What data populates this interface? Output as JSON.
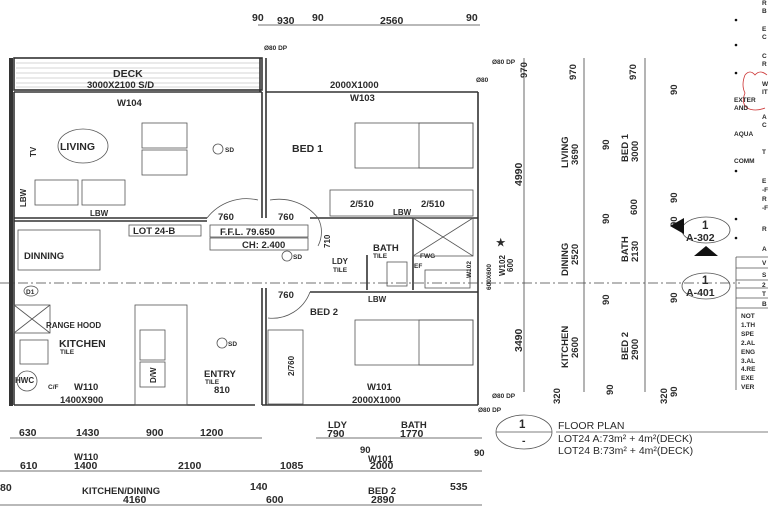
{
  "plan_labels": [
    "DECK",
    "3000X2100 S/D",
    "W104",
    "2000X1000",
    "W103",
    "LIVING",
    "TV",
    "BED 1",
    "LBW",
    "LBW",
    "760",
    "760",
    "2/510",
    "2/510",
    "LBW",
    "LOT 24-B",
    "F.F.L. 79.650",
    "CH: 2.400",
    "710",
    "BATH",
    "TILE",
    "FWG",
    "DINNING",
    "LDY",
    "TILE",
    "W102",
    "EF",
    "760",
    "LBW",
    "BED 2",
    "RANGE HOOD",
    "KITCHEN",
    "TILE",
    "D/W",
    "2/760",
    "ENTRY",
    "TILE",
    "810",
    "HWC",
    "C/F",
    "W110",
    "W101",
    "1400X900",
    "2000X1000",
    "Ø80 DP",
    "Ø80",
    "Ø80 DP",
    "D1",
    "SD",
    "SD",
    "SD"
  ],
  "top_dims": [
    "90",
    "930",
    "90",
    "2560",
    "90"
  ],
  "bottom_row1": [
    "630",
    "1430",
    "900",
    "1200",
    "LDY",
    "790",
    "BATH",
    "1770"
  ],
  "bottom_row2": [
    "610",
    "W110",
    "1400",
    "2100",
    "1085",
    "90",
    "W101",
    "2000",
    "90"
  ],
  "bottom_row3": [
    "80",
    "KITCHEN/DINING",
    "4160",
    "140",
    "600",
    "BED 2",
    "2890",
    "535"
  ],
  "right_dims": {
    "col1": [
      "970",
      "4990",
      "W102",
      "600",
      "600X600",
      "3490",
      "Ø80 DP",
      "Ø80 DP"
    ],
    "col2": [
      "970",
      "LIVING",
      "3690",
      "DINING",
      "2520",
      "KITCHEN",
      "2600",
      "320"
    ],
    "col3": [
      "970",
      "BED 1",
      "3000",
      "600",
      "BATH",
      "2130",
      "BED 2",
      "2900",
      "320"
    ],
    "nineties": [
      "90",
      "90",
      "90",
      "90",
      "90",
      "90",
      "90",
      "90",
      "90"
    ]
  },
  "callouts": [
    {
      "number": "1",
      "sheet": "A-302"
    },
    {
      "number": "1",
      "sheet": "A-401"
    }
  ],
  "title_block": {
    "number": "1",
    "scale": "-",
    "title": "FLOOR PLAN",
    "line1": "LOT24 A:73m² + 4m²(DECK)",
    "line2": "LOT24 B:73m² + 4m²(DECK)"
  },
  "notes_fragments": [
    "R",
    "B",
    "E",
    "C",
    "C",
    "R",
    "W",
    "IT",
    "EXTER",
    "AND",
    "A",
    "C",
    "AQUA",
    "T",
    "COMM",
    "E",
    "-F",
    "R",
    "-F",
    "R",
    "A"
  ],
  "notes_table": [
    "V",
    "S",
    "2",
    "T",
    "B"
  ],
  "notes_list": [
    "NOT",
    "1.TH",
    "SPE",
    "2.AL",
    "ENG",
    "3.AL",
    "4.RE",
    "EXE",
    "VER"
  ],
  "colors": {
    "line": "#333333",
    "revision_cloud": "#cc3333"
  }
}
